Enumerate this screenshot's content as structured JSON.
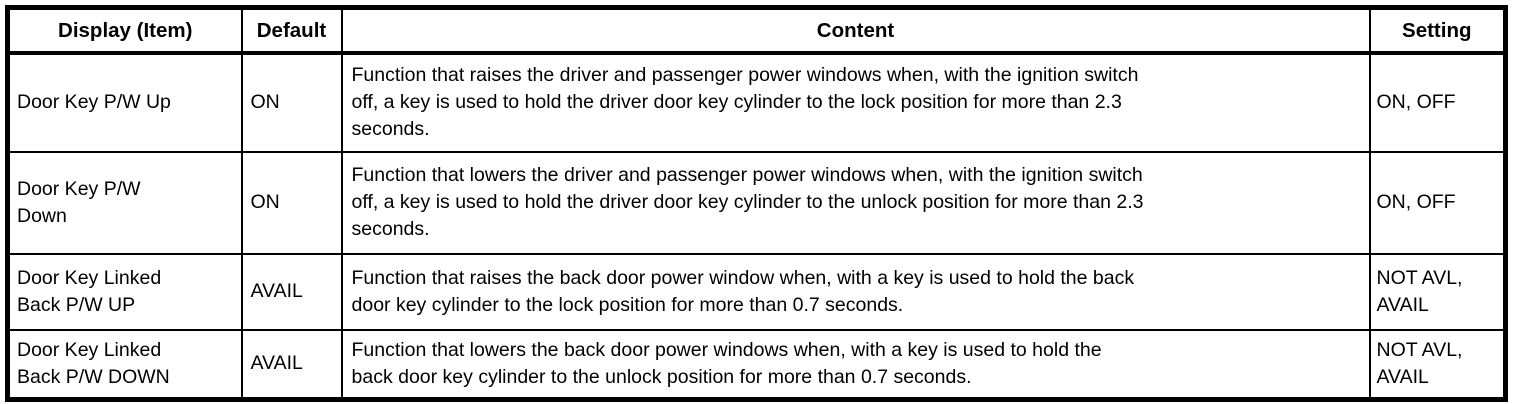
{
  "table": {
    "colors": {
      "border": "#000000",
      "background": "#ffffff",
      "text": "#000000"
    },
    "headers": {
      "display": "Display (Item)",
      "default": "Default",
      "content": "Content",
      "setting": "Setting"
    },
    "rows": [
      {
        "display": "Door Key P/W Up",
        "default": "ON",
        "content": "Function that raises the driver and passenger power windows when, with the ignition switch\noff, a key is used to hold the driver door key cylinder to the lock position for more than 2.3\nseconds.",
        "setting": "ON, OFF"
      },
      {
        "display": "Door Key P/W\nDown",
        "default": "ON",
        "content": "Function that lowers the driver and passenger power windows when, with the ignition switch\noff, a key is used to hold the driver door key cylinder to the unlock position for more than 2.3\nseconds.",
        "setting": "ON, OFF"
      },
      {
        "display": "Door Key Linked\nBack P/W UP",
        "default": "AVAIL",
        "content": "Function that raises the back door power window when, with a key is used to hold the back\ndoor key cylinder to the lock position for more than 0.7 seconds.",
        "setting": "NOT AVL,\nAVAIL"
      },
      {
        "display": "Door Key Linked\nBack P/W DOWN",
        "default": "AVAIL",
        "content": "Function that lowers the back door power windows when, with a key is used to hold the\nback door key cylinder to the unlock position for more than 0.7 seconds.",
        "setting": "NOT AVL,\nAVAIL"
      }
    ]
  }
}
